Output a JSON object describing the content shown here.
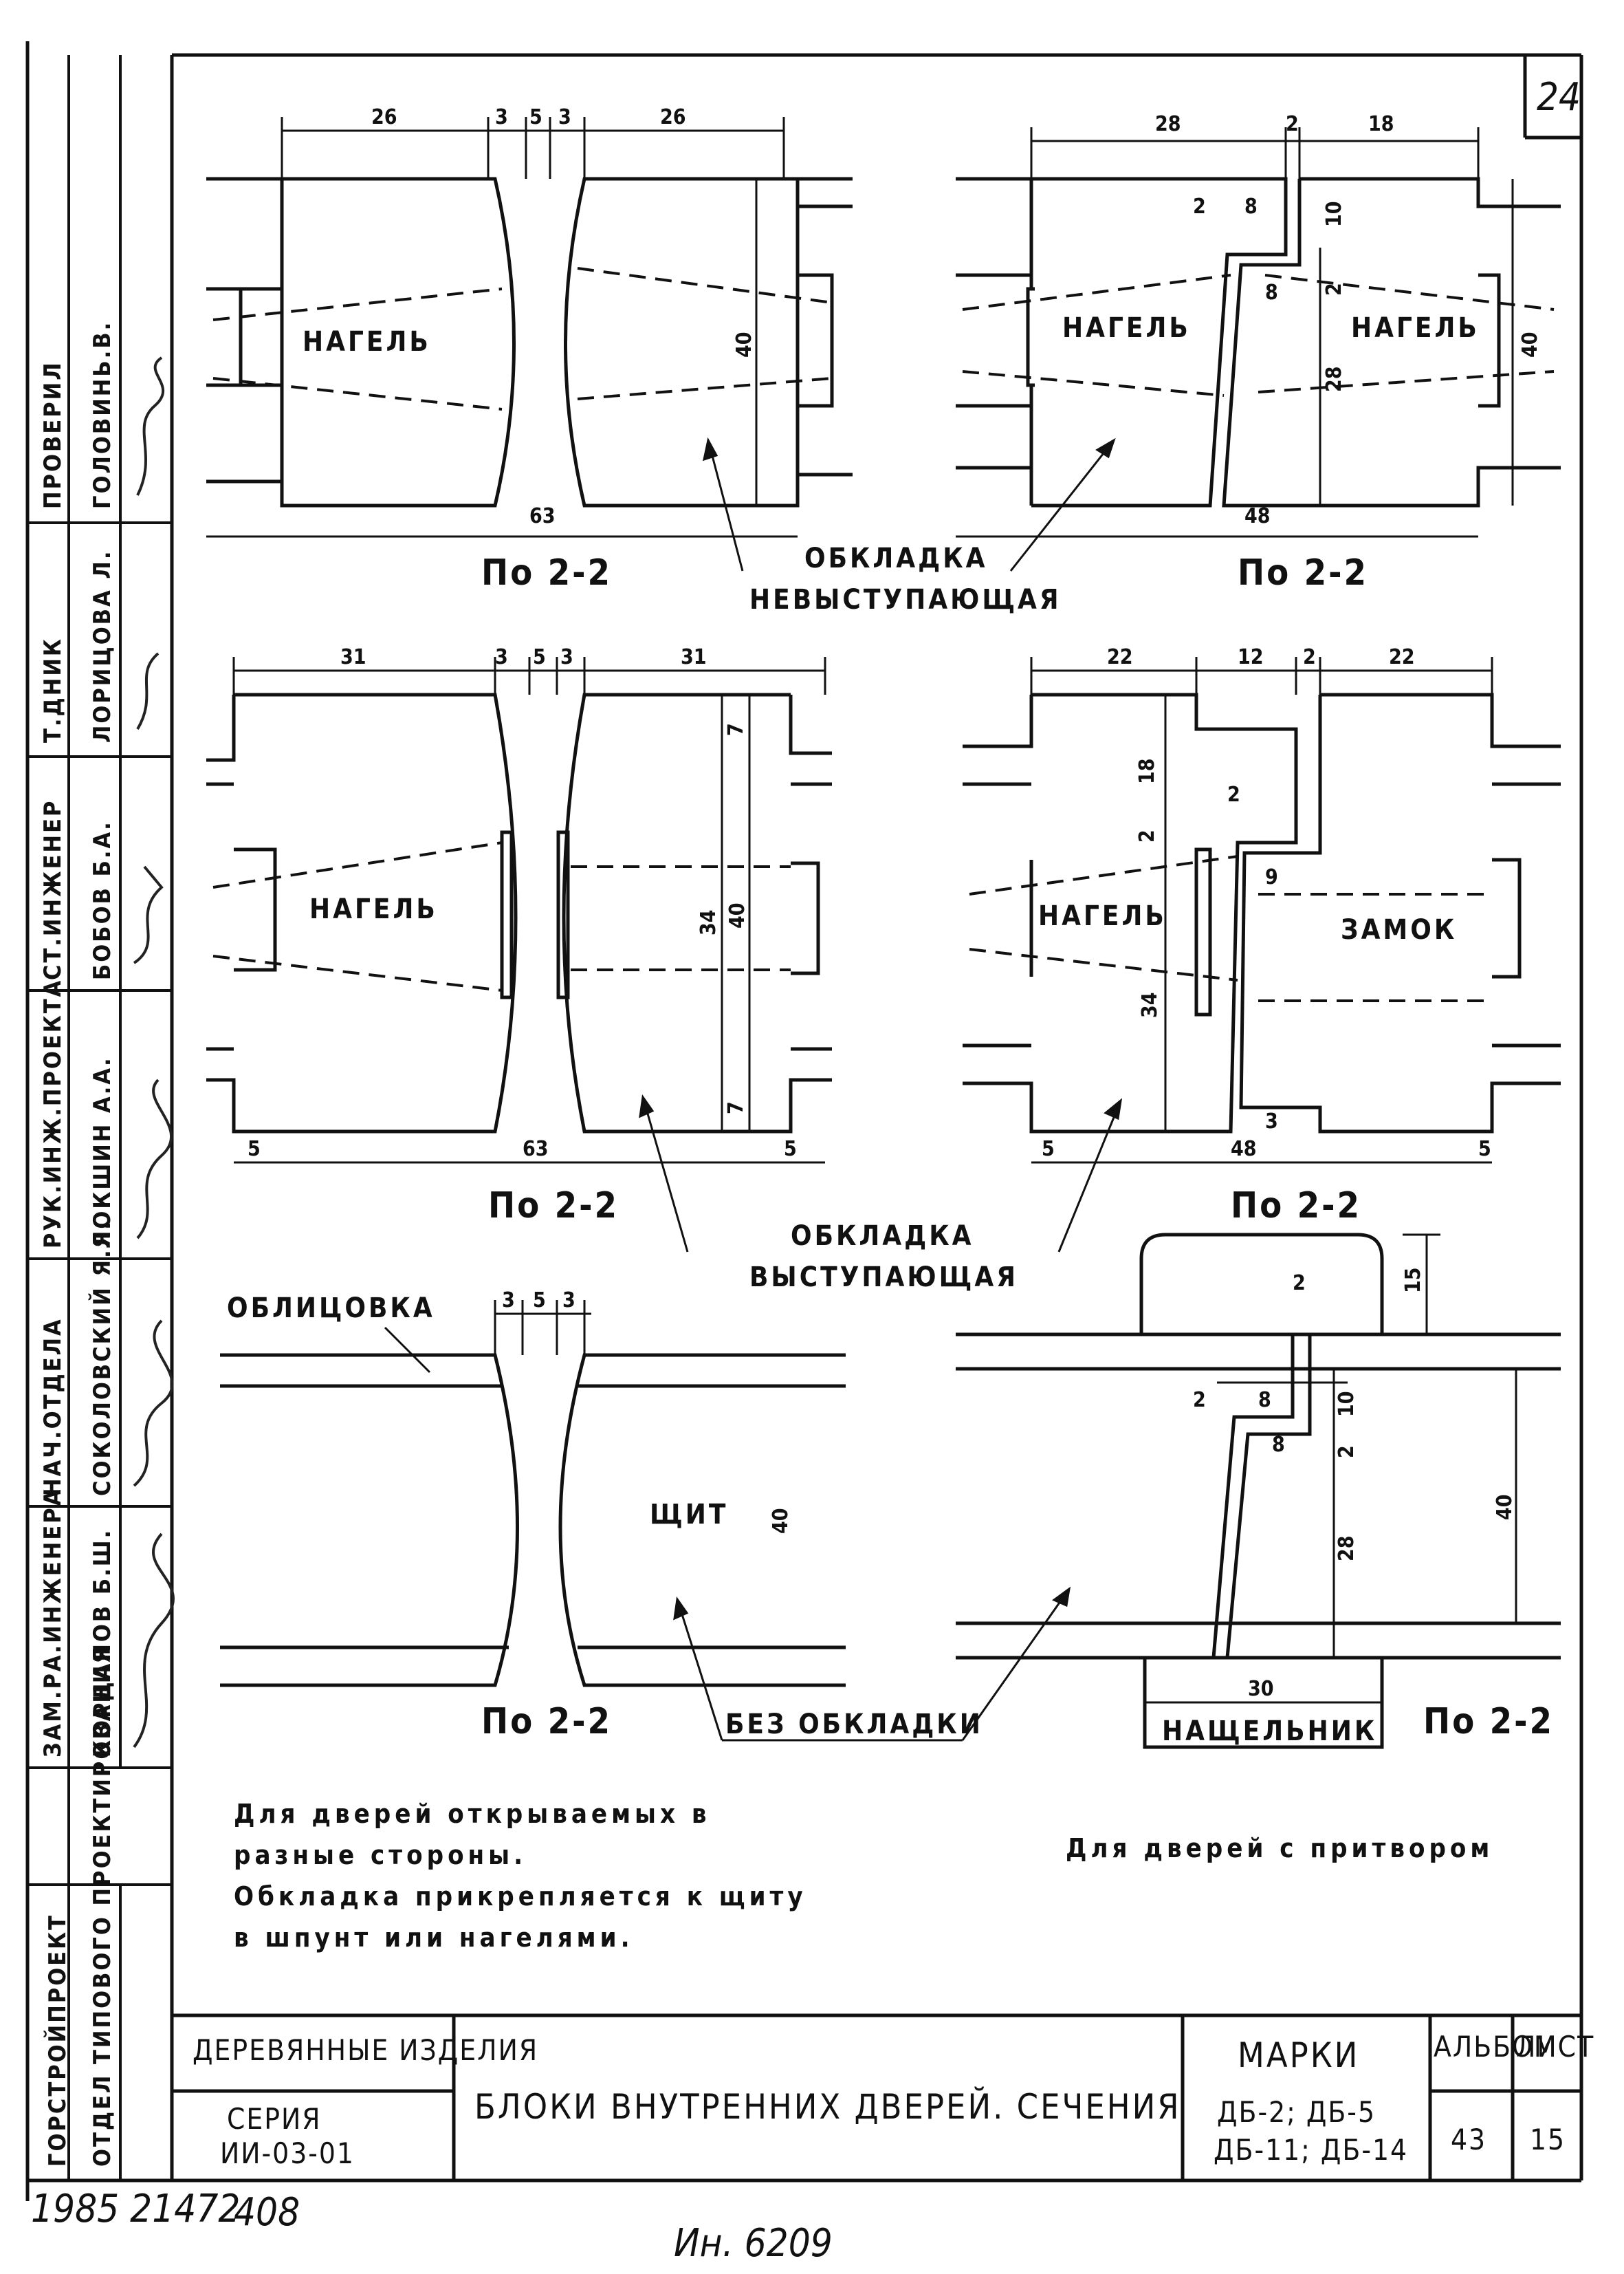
{
  "sheet_number": "24",
  "side_stamp": {
    "roles": [
      "ПРОВЕРИЛ",
      "Т.ДНИК",
      "СТ.ИНЖЕНЕР",
      "РУК.ИНЖ.ПРОЕКТА",
      "НАЧ.ОТДЕЛА",
      "ЗАМ.РА.ИНЖЕНЕРА"
    ],
    "names": [
      "ГОЛОВИНЬ.В.",
      "ЛОРИЦОВА Л.",
      "БОБОВ Б.А.",
      "ЛОКШИН А.А.",
      "СОКОЛОВСКИЙ Я.Я.",
      "КОРДАНОВ Б.Ш."
    ],
    "org": "ГОРСТРОЙПРОЕКТ",
    "org_sub": "ОТДЕЛ ТИПОВОГО ПРОЕКТИРОВАНИЯ"
  },
  "panels": {
    "p1": {
      "dims_top": [
        "26",
        "3",
        "5",
        "3",
        "26"
      ],
      "dim_bottom": "63",
      "dim_height": "40",
      "label": "НАГЕЛЬ",
      "section": "По 2-2"
    },
    "p2": {
      "dims_top": [
        "28",
        "2",
        "18"
      ],
      "dims_small": [
        "2",
        "8",
        "10",
        "8",
        "2",
        "28"
      ],
      "dim_bottom": "48",
      "dim_height": "40",
      "label_left": "НАГЕЛЬ",
      "label_right": "НАГЕЛЬ",
      "section": "По 2-2"
    },
    "callout_1": [
      "ОБКЛАДКА",
      "НЕВЫСТУПАЮЩАЯ"
    ],
    "p3": {
      "dims_top": [
        "31",
        "3",
        "5",
        "3",
        "31"
      ],
      "dim_bottom": "63",
      "dims_side": [
        "5",
        "5"
      ],
      "dims_inner": [
        "7",
        "34",
        "40",
        "7"
      ],
      "label": "НАГЕЛЬ",
      "section": "По 2-2"
    },
    "p4": {
      "dims_top": [
        "22",
        "12",
        "2",
        "22"
      ],
      "dims_small": [
        "2",
        "18",
        "2",
        "9",
        "34",
        "3"
      ],
      "dim_bottom": "48",
      "dims_side": [
        "5",
        "5"
      ],
      "label_left": "НАГЕЛЬ",
      "label_right": "ЗАМОК",
      "section": "По 2-2"
    },
    "callout_2": [
      "ОБКЛАДКА",
      "ВЫСТУПАЮЩАЯ"
    ],
    "p5": {
      "dims_top": [
        "3",
        "5",
        "3"
      ],
      "dim_height": "40",
      "label_cladding": "ОБЛИЦОВКА",
      "label": "ЩИТ",
      "section": "По 2-2"
    },
    "callout_3": "БЕЗ ОБКЛАДКИ",
    "p6": {
      "dims_small": [
        "2",
        "15",
        "2",
        "8",
        "10",
        "8",
        "2",
        "28",
        "40"
      ],
      "dim_bottom": "30",
      "label_bottom": "НАЩЕЛЬНИК",
      "section": "По 2-2"
    }
  },
  "notes": {
    "left": [
      "Для дверей открываемых в",
      "разные стороны.",
      "Обкладка прикрепляется к щиту",
      "в шпунт или нагелями."
    ],
    "right": "Для дверей с притвором"
  },
  "title_block": {
    "category": "ДЕРЕВЯННЫЕ ИЗДЕЛИЯ",
    "series_label": "СЕРИЯ",
    "series": "ИИ-03-01",
    "title": "БЛОКИ ВНУТРЕННИХ ДВЕРЕЙ. СЕЧЕНИЯ",
    "marks_label": "МАРКИ",
    "marks_line1": "ДБ-2; ДБ-5",
    "marks_line2": "ДБ-11; ДБ-14",
    "album_label": "АЛЬБОМ",
    "album": "43",
    "sheet_label": "ЛИСТ",
    "sheet": "15"
  },
  "footer": {
    "stamp": "1985 21472",
    "code": "408",
    "inventory": "Ин. 6209"
  }
}
